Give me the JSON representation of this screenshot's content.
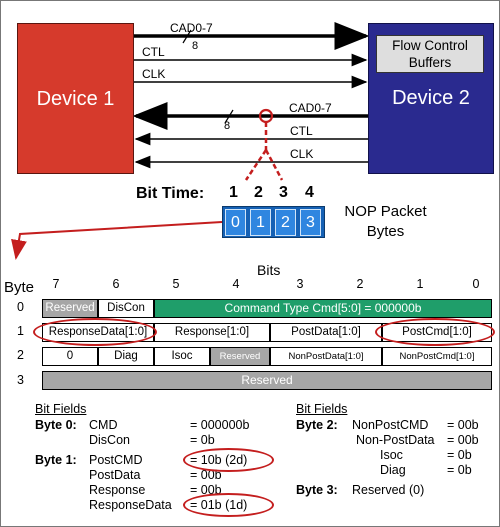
{
  "devices": {
    "device1": "Device 1",
    "device2": "Device 2",
    "buffers_line1": "Flow Control",
    "buffers_line2": "Buffers"
  },
  "signals": {
    "top": [
      "CAD0-7",
      "CTL",
      "CLK"
    ],
    "top_width": "8",
    "bottom": [
      "CAD0-7",
      "CTL",
      "CLK"
    ],
    "bottom_width": "8"
  },
  "bit_time": {
    "label": "Bit Time:",
    "times": [
      "1",
      "2",
      "3",
      "4"
    ],
    "bytes": [
      "0",
      "1",
      "2",
      "3"
    ],
    "caption_line1": "NOP Packet",
    "caption_line2": "Bytes"
  },
  "table": {
    "bits_label": "Bits",
    "byte_label": "Byte",
    "bit_numbers": [
      "7",
      "6",
      "5",
      "4",
      "3",
      "2",
      "1",
      "0"
    ],
    "row_numbers": [
      "0",
      "1",
      "2",
      "3"
    ],
    "row0": {
      "reserved": "Reserved",
      "discon": "DisCon",
      "cmd": "Command Type Cmd[5:0] = 000000b"
    },
    "row1": {
      "response_data": "ResponseData[1:0]",
      "response": "Response[1:0]",
      "post_data": "PostData[1:0]",
      "post_cmd": "PostCmd[1:0]"
    },
    "row2": {
      "zero": "0",
      "diag": "Diag",
      "isoc": "Isoc",
      "reserved": "Reserved",
      "non_post_data": "NonPostData[1:0]",
      "non_post_cmd": "NonPostCmd[1:0]"
    },
    "row3": {
      "reserved": "Reserved"
    }
  },
  "bit_fields_left": {
    "heading": "Bit Fields",
    "byte0_label": "Byte 0",
    "byte0": [
      {
        "name": "CMD",
        "value": "= 000000b"
      },
      {
        "name": "DisCon",
        "value": "= 0b"
      }
    ],
    "byte1_label": "Byte 1",
    "byte1": [
      {
        "name": "PostCMD",
        "value": "= 10b (2d)"
      },
      {
        "name": "PostData",
        "value": "= 00b"
      },
      {
        "name": "Response",
        "value": "= 00b"
      },
      {
        "name": "ResponseData",
        "value": "= 01b (1d)"
      }
    ]
  },
  "bit_fields_right": {
    "heading": "Bit Fields",
    "byte2_label": "Byte 2",
    "byte2": [
      {
        "name": "NonPostCMD",
        "value": "= 00b"
      },
      {
        "name": "Non-PostData",
        "value": "= 00b"
      },
      {
        "name": "Isoc",
        "value": "= 0b"
      },
      {
        "name": "Diag",
        "value": "= 0b"
      }
    ],
    "byte3_label": "Byte 3",
    "byte3_value": "Reserved (0)"
  },
  "colors": {
    "device1": "#d63a2c",
    "device2": "#2a2a8f",
    "highlight": "#c41e1e",
    "command_cell": "#1f9e6a",
    "reserved_cell": "#a6a6a6",
    "bytes_box": "#1561b5"
  }
}
